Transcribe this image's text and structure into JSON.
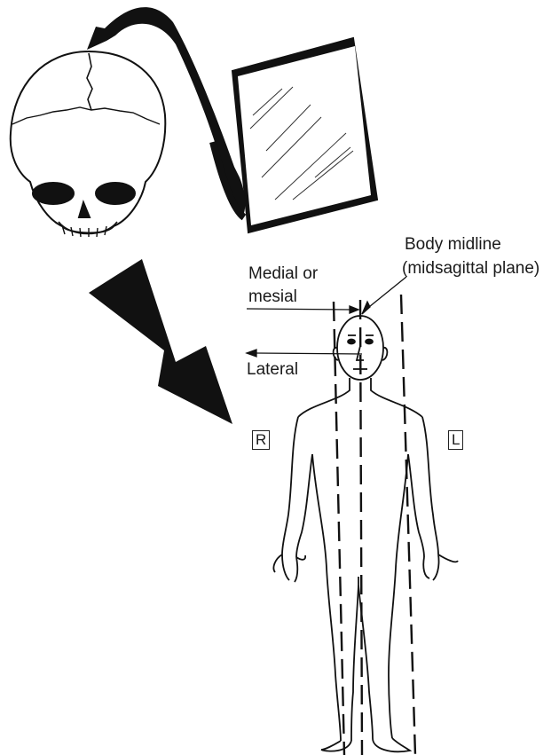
{
  "labels": {
    "midline_line1": "Body midline",
    "midline_line2": "(midsagittal plane)",
    "medial_line1": "Medial or",
    "medial_line2": "mesial",
    "lateral": "Lateral",
    "right_marker": "R",
    "left_marker": "L"
  },
  "colors": {
    "ink": "#111111",
    "background": "#ffffff"
  },
  "icons": [
    "skull-icon",
    "mirror-icon",
    "curved-arrow-icon",
    "down-arrow-icon",
    "human-figure-icon"
  ]
}
